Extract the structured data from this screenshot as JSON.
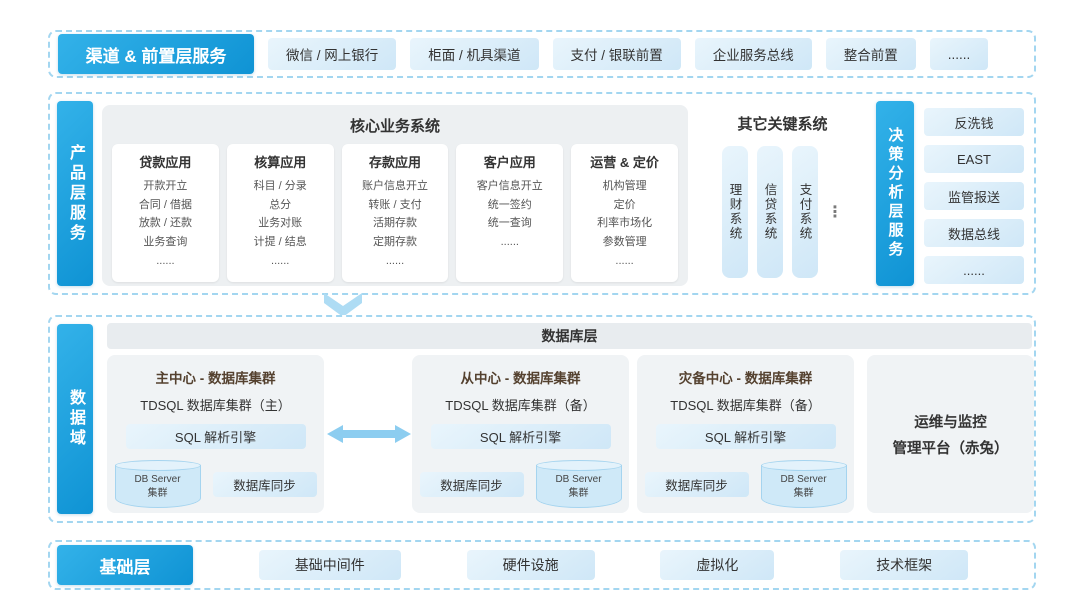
{
  "colors": {
    "accent_blue": "#169bd9",
    "pill_blue_light": "#e9f5fc",
    "pill_blue_dark": "#cfe7f7",
    "panel_gray": "#edf0f2",
    "dashed_border_blue": "#a3d6f0"
  },
  "channel_layer": {
    "label": "渠道 & 前置层服务",
    "items": [
      "微信 / 网上银行",
      "柜面 / 机具渠道",
      "支付 / 银联前置",
      "企业服务总线",
      "整合前置",
      "......"
    ]
  },
  "product_layer": {
    "label": "产品层服务",
    "core": {
      "title": "核心业务系统",
      "columns": [
        {
          "header": "贷款应用",
          "items": [
            "开款开立",
            "合同 / 借据",
            "放款 / 还款",
            "业务查询",
            "......"
          ]
        },
        {
          "header": "核算应用",
          "items": [
            "科目 / 分录",
            "总分",
            "业务对账",
            "计提 / 结息",
            "......"
          ]
        },
        {
          "header": "存款应用",
          "items": [
            "账户信息开立",
            "转账 / 支付",
            "活期存款",
            "定期存款",
            "......"
          ]
        },
        {
          "header": "客户应用",
          "items": [
            "客户信息开立",
            "统一签约",
            "统一查询",
            "......"
          ]
        },
        {
          "header": "运营 & 定价",
          "items": [
            "机构管理",
            "定价",
            "利率市场化",
            "参数管理",
            "......"
          ]
        }
      ]
    },
    "other": {
      "title": "其它关键系统",
      "systems": [
        "理财系统",
        "信贷系统",
        "支付系统"
      ],
      "more": "⋮"
    }
  },
  "decision_layer": {
    "label": "决策分析层服务",
    "items": [
      "反洗钱",
      "EAST",
      "监管报送",
      "数据总线",
      "......"
    ]
  },
  "data_domain": {
    "label": "数据域",
    "db_layer_title": "数据库层",
    "clusters": [
      {
        "title": "主中心 - 数据库集群",
        "tdsql": "TDSQL 数据库集群（主）",
        "engine": "SQL 解析引擎",
        "server": "DB Server\n集群",
        "sync": "数据库同步"
      },
      {
        "title": "从中心 - 数据库集群",
        "tdsql": "TDSQL 数据库集群（备）",
        "engine": "SQL 解析引擎",
        "server": "DB Server\n集群",
        "sync": "数据库同步"
      },
      {
        "title": "灾备中心 - 数据库集群",
        "tdsql": "TDSQL 数据库集群（备）",
        "engine": "SQL 解析引擎",
        "server": "DB Server\n集群",
        "sync": "数据库同步"
      }
    ],
    "ops_platform": {
      "line1": "运维与监控",
      "line2": "管理平台（赤兔）"
    }
  },
  "foundation_layer": {
    "label": "基础层",
    "items": [
      "基础中间件",
      "硬件设施",
      "虚拟化",
      "技术框架"
    ]
  }
}
